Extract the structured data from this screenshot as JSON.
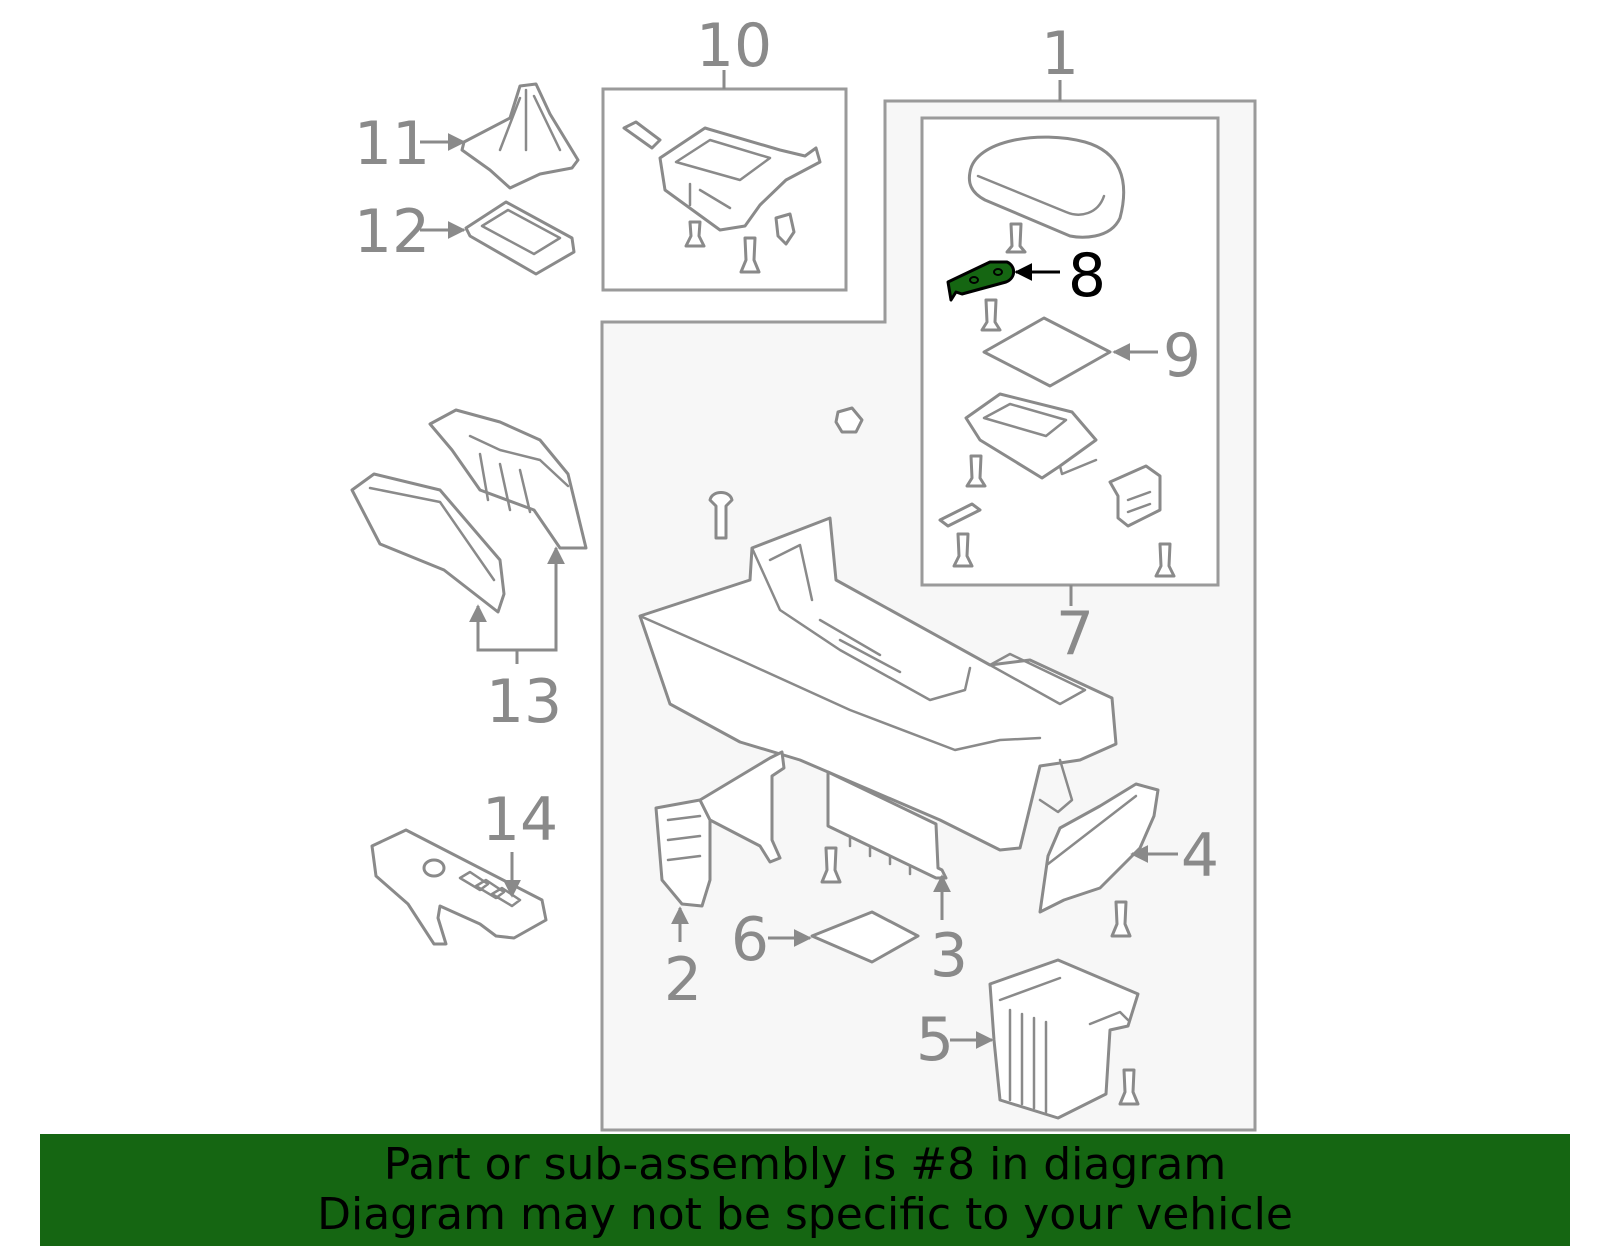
{
  "highlight_color": "#156612",
  "callouts": {
    "c1": "1",
    "c2": "2",
    "c3": "3",
    "c4": "4",
    "c5": "5",
    "c6": "6",
    "c7": "7",
    "c8": "8",
    "c9": "9",
    "c10": "10",
    "c11": "11",
    "c12": "12",
    "c13": "13",
    "c14": "14"
  },
  "highlighted_part": "8",
  "banner": {
    "line1": "Part or sub-assembly is #8 in diagram",
    "line2": "Diagram may not be specific to your vehicle"
  }
}
